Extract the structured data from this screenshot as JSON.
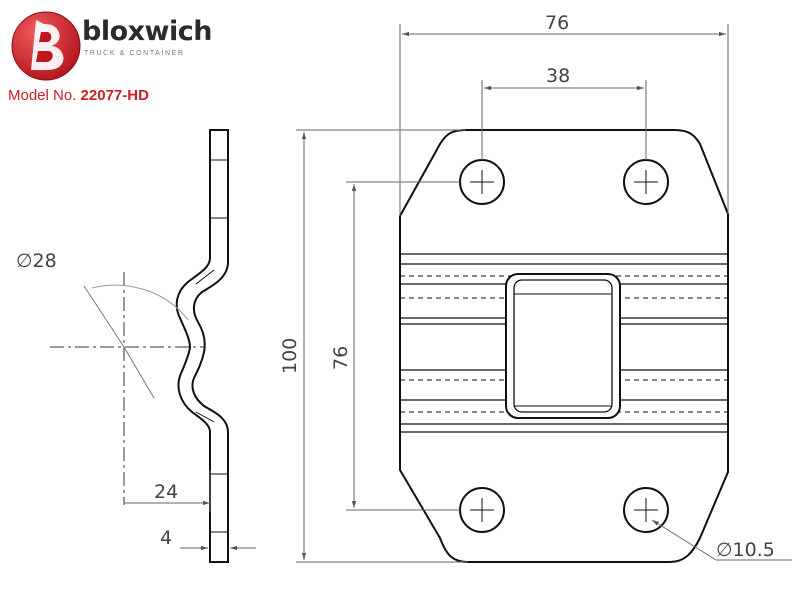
{
  "brand": {
    "name": "bloxwich",
    "tagline": "TRUCK & CONTAINER",
    "model_prefix": "Model No.",
    "model_number": "22077-HD",
    "accent": "#cc1f25"
  },
  "dimensions": {
    "overall_width": "76",
    "hole_spacing_x": "38",
    "overall_height": "100",
    "hole_spacing_y": "76",
    "bend_diameter": "∅28",
    "hole_diameter": "∅10.5",
    "bend_depth": "24",
    "thickness": "4"
  }
}
